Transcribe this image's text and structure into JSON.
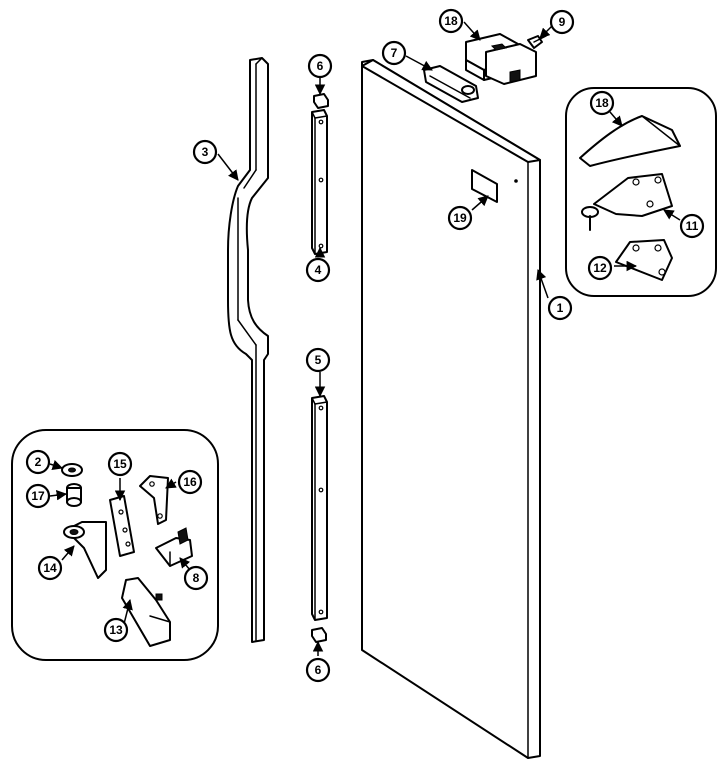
{
  "callouts": [
    "1",
    "2",
    "3",
    "4",
    "5",
    "6",
    "6",
    "7",
    "8",
    "9",
    "11",
    "12",
    "13",
    "14",
    "15",
    "16",
    "17",
    "18",
    "18",
    "19"
  ]
}
